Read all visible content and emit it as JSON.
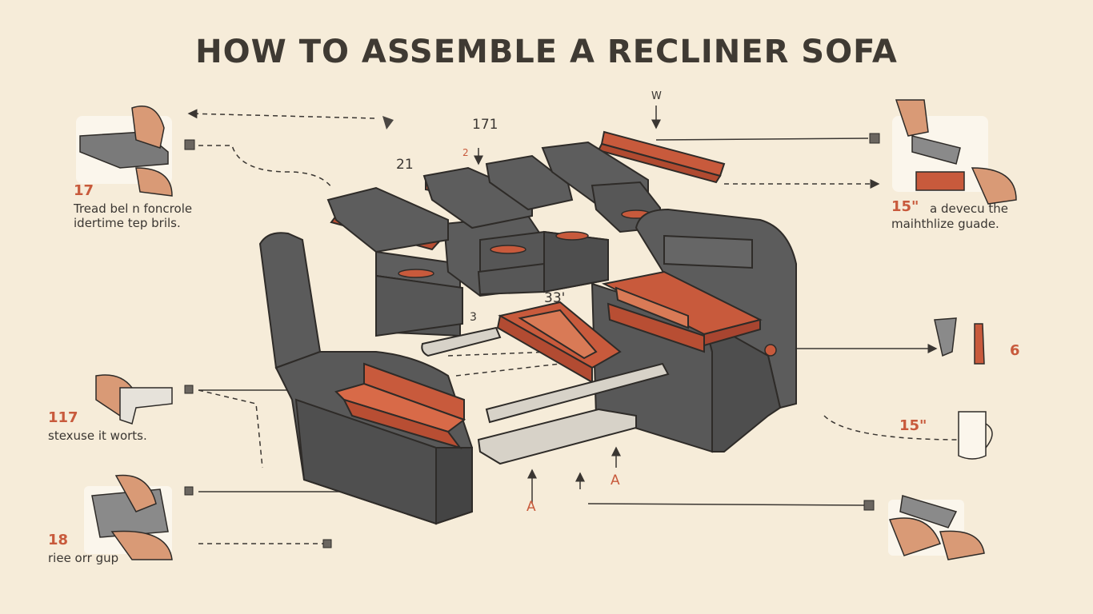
{
  "title": "HOW TO ASSEMBLE A RECLINER SOFA",
  "steps": [
    {
      "number": "17",
      "caption_line1": "Tread bel n foncrole",
      "caption_line2": "idertime tep brils."
    },
    {
      "number": "15\"",
      "caption_line1": "a devecu the",
      "caption_line2": "maihthlize guade."
    },
    {
      "number": "117",
      "caption_line1": "stexuse it worts."
    },
    {
      "number": "18",
      "caption_line1": "riee orr gup"
    }
  ],
  "annotations": {
    "w": "W",
    "n171": "171",
    "n21": "21",
    "n2": "2",
    "n33": "33'",
    "n3": "3",
    "a1": "A",
    "a2": "A",
    "six": "6",
    "mug_size": "15\""
  },
  "colors": {
    "background": "#f6ecd9",
    "accent": "#c85a3c",
    "panel": "#5b5b5b",
    "outline": "#2e2b28"
  }
}
